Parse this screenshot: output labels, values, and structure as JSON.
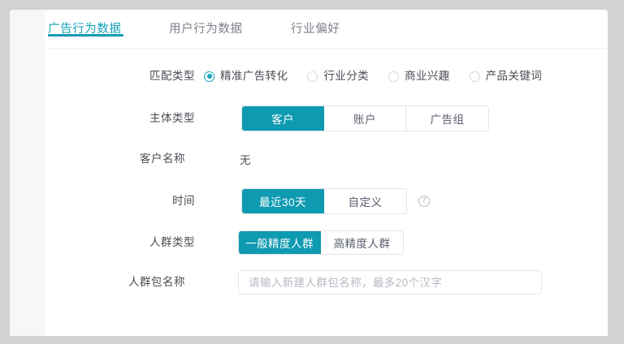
{
  "tabs": [
    {
      "label": "广告行为数据",
      "active": true
    },
    {
      "label": "用户行为数据",
      "active": false
    },
    {
      "label": "行业偏好",
      "active": false
    }
  ],
  "accent_color": "#0e9ab1",
  "form": {
    "match_type": {
      "label": "匹配类型",
      "options": [
        {
          "label": "精准广告转化",
          "checked": true
        },
        {
          "label": "行业分类",
          "checked": false
        },
        {
          "label": "商业兴趣",
          "checked": false
        },
        {
          "label": "产品关键词",
          "checked": false
        }
      ]
    },
    "subject_type": {
      "label": "主体类型",
      "options": [
        "客户",
        "账户",
        "广告组"
      ],
      "selected": "客户"
    },
    "customer_name": {
      "label": "客户名称",
      "value": "无"
    },
    "time": {
      "label": "时间",
      "options": [
        "最近30天",
        "自定义"
      ],
      "selected": "最近30天",
      "help_icon": "question-circle-icon"
    },
    "crowd_type": {
      "label": "人群类型",
      "options": [
        "一般精度人群",
        "高精度人群"
      ],
      "selected": "一般精度人群"
    },
    "crowd_package_name": {
      "label": "人群包名称",
      "value": "",
      "placeholder": "请输入新建人群包名称，最多20个汉字"
    }
  }
}
